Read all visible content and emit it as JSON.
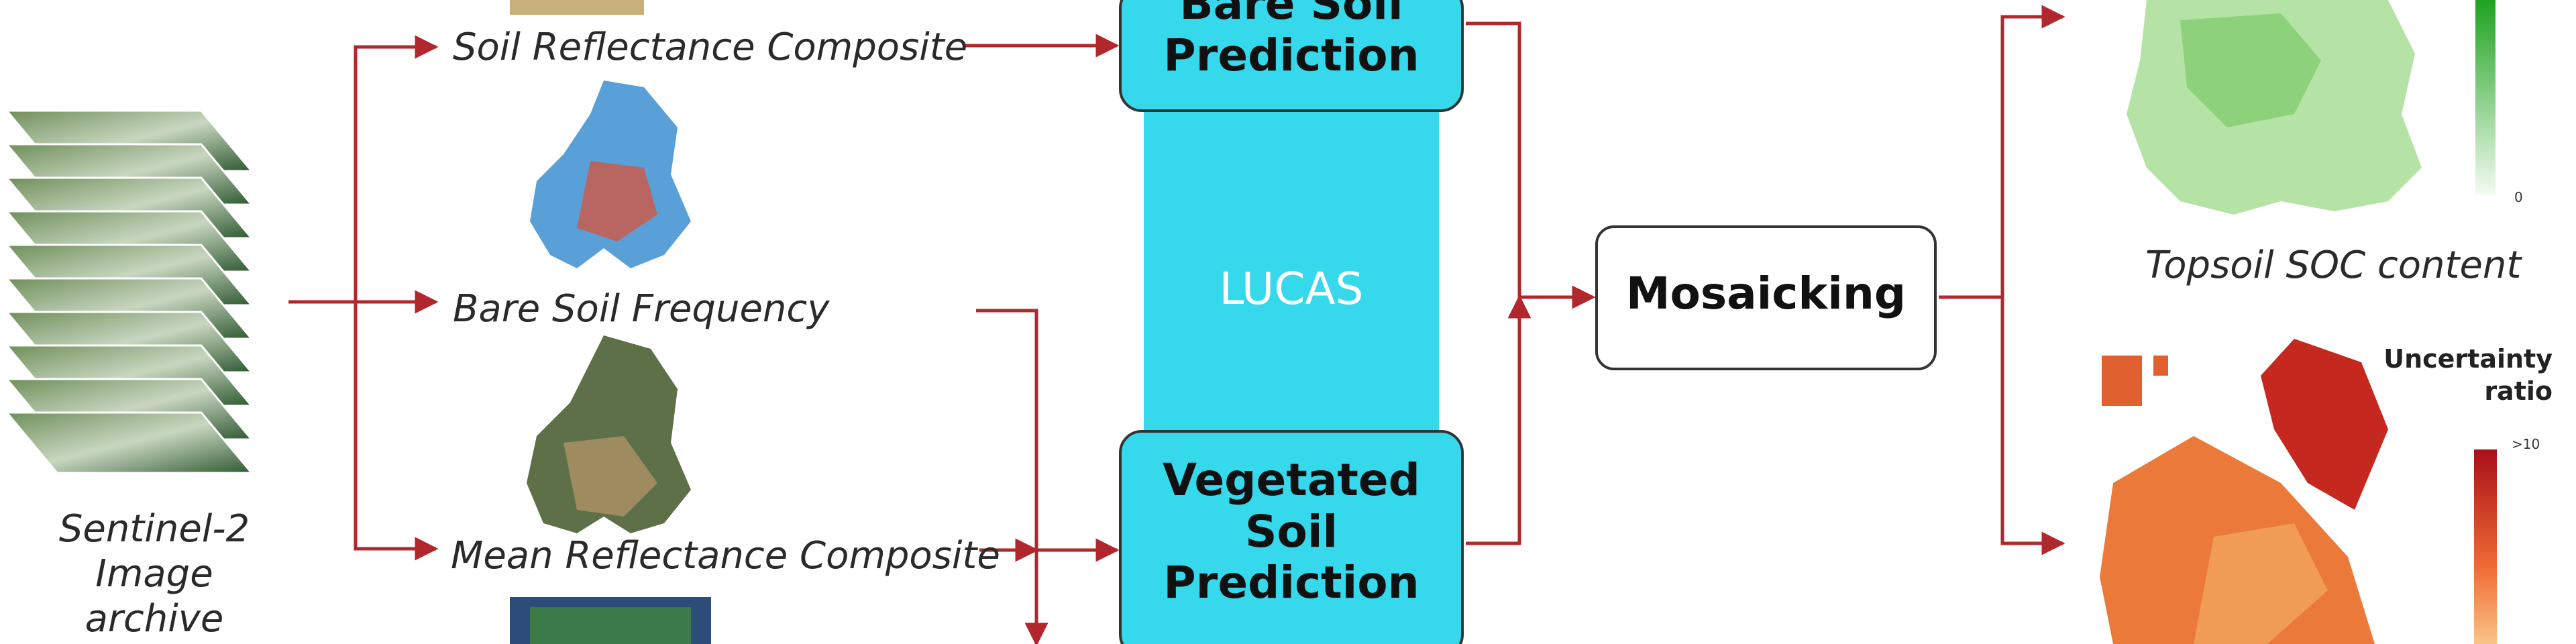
{
  "inputs": {
    "archive_label_lines": [
      "Sentinel-2",
      "Image",
      "archive"
    ]
  },
  "products": {
    "soil_reflectance": "Soil Reflectance Composite",
    "bare_soil_frequency": "Bare Soil Frequency",
    "mean_reflectance": "Mean Reflectance Composite"
  },
  "models": {
    "bare_soil_lines": [
      "Bare Soil",
      "Prediction"
    ],
    "vegetated_lines": [
      "Vegetated",
      "Soil",
      "Prediction"
    ],
    "training_data": "LUCAS"
  },
  "mosaic": {
    "label": "Mosaicking"
  },
  "outputs": {
    "soc_caption": "Topsoil SOC content",
    "soc_legend_min": "0",
    "uncertainty_title_lines": [
      "Uncertainty",
      "ratio"
    ],
    "uncertainty_legend_max": ">10"
  },
  "colors": {
    "arrow": "#b0282d",
    "lucas_band": "#36d8ec",
    "box_stroke": "#333333",
    "soc_green": "#3fb83f",
    "uncertainty_red": "#c0281c"
  }
}
